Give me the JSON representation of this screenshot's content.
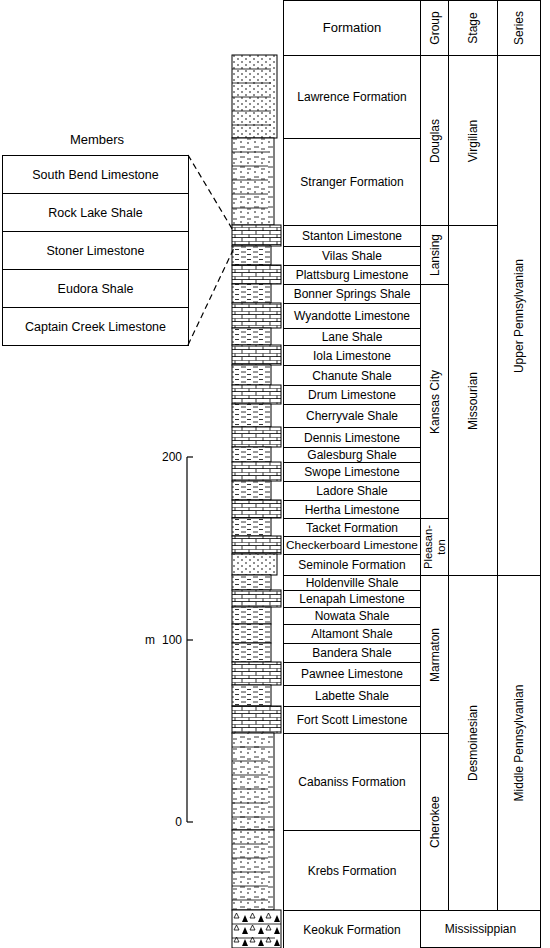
{
  "diagram": {
    "nodes": [
      {
        "text": [
          "South Bend Limestone"
        ]
      },
      {
        "text": [
          "Rock Lake Shale"
        ]
      },
      {
        "text": [
          "Stoner Limestone"
        ]
      },
      {
        "text": [
          "Eudora Shale"
        ]
      },
      {
        "text": [
          "Captain Creek Limestone"
        ]
      },
      {
        "text": [
          "Formation"
        ]
      },
      {
        "text": [
          "Group"
        ]
      },
      {
        "text": [
          "Stage"
        ]
      },
      {
        "text": [
          "Series"
        ]
      },
      {
        "text": [
          "Lawrence Formation"
        ]
      },
      {
        "text": [
          "Stranger Formation"
        ]
      },
      {
        "text": [
          "Stanton Limestone"
        ]
      },
      {
        "text": [
          "Vilas Shale"
        ]
      },
      {
        "text": [
          "Plattsburg Limestone"
        ]
      },
      {
        "text": [
          "Bonner Springs Shale"
        ]
      },
      {
        "text": [
          "Wyandotte Limestone"
        ]
      },
      {
        "text": [
          "Lane Shale"
        ]
      },
      {
        "text": [
          "Iola Limestone"
        ]
      },
      {
        "text": [
          "Chanute Shale"
        ]
      },
      {
        "text": [
          "Drum Limestone"
        ]
      },
      {
        "text": [
          "Cherryvale Shale"
        ]
      },
      {
        "text": [
          "Dennis Limestone"
        ]
      },
      {
        "text": [
          "Galesburg Shale"
        ]
      },
      {
        "text": [
          "Swope Limestone"
        ]
      },
      {
        "text": [
          "Ladore Shale"
        ]
      },
      {
        "text": [
          "Hertha Limestone"
        ]
      },
      {
        "text": [
          "Tacket Formation"
        ]
      },
      {
        "text": [
          "Checkerboard Limestone"
        ]
      },
      {
        "text": [
          "Seminole Formation"
        ]
      },
      {
        "text": [
          "Holdenville Shale"
        ]
      },
      {
        "text": [
          "Lenapah Limestone"
        ]
      },
      {
        "text": [
          "Nowata Shale"
        ]
      },
      {
        "text": [
          "Altamont Shale"
        ]
      },
      {
        "text": [
          "Bandera Shale"
        ]
      },
      {
        "text": [
          "Pawnee Limestone"
        ]
      },
      {
        "text": [
          "Labette Shale"
        ]
      },
      {
        "text": [
          "Fort Scott Limestone"
        ]
      },
      {
        "text": [
          "Cabaniss Formation"
        ]
      },
      {
        "text": [
          "Krebs Formation"
        ]
      },
      {
        "text": [
          "Keokuk Formation"
        ]
      },
      {
        "text": [
          "Douglas"
        ]
      },
      {
        "text": [
          "Lansing"
        ]
      },
      {
        "text": [
          "Kansas City"
        ]
      },
      {
        "text": [
          "Pleasan- ton"
        ]
      },
      {
        "text": [
          "Marmaton"
        ]
      },
      {
        "text": [
          "Cherokee"
        ]
      },
      {
        "text": [
          "Virgilian"
        ]
      },
      {
        "text": [
          "Missourian"
        ]
      },
      {
        "text": [
          "Desmoinesian"
        ]
      },
      {
        "text": [
          "Upper Pennsylvanian"
        ]
      },
      {
        "text": [
          "Middle Pennsylvanian"
        ]
      },
      {
        "text": [
          "Mississippian"
        ]
      }
    ],
    "labels": [
      "Members",
      "200",
      "m",
      "100",
      "0"
    ]
  }
}
